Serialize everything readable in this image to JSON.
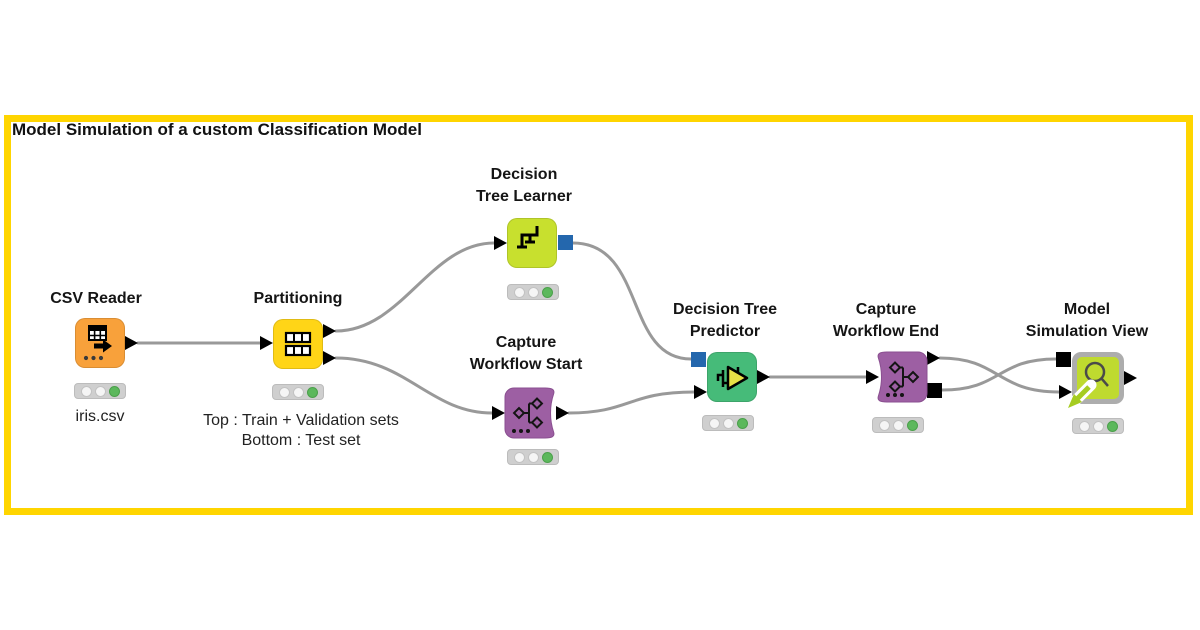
{
  "title": "Model Simulation of a custom Classification Model",
  "nodes": {
    "csv_reader": {
      "label": "CSV Reader",
      "caption": "iris.csv",
      "status": "green"
    },
    "partitioning": {
      "label": "Partitioning",
      "caption_line1": "Top : Train + Validation sets",
      "caption_line2": "Bottom : Test set",
      "status": "green"
    },
    "decision_tree_learner": {
      "label_line1": "Decision",
      "label_line2": "Tree Learner",
      "status": "green"
    },
    "capture_workflow_start": {
      "label_line1": "Capture",
      "label_line2": "Workflow Start",
      "status": "green"
    },
    "decision_tree_predictor": {
      "label_line1": "Decision Tree",
      "label_line2": "Predictor",
      "status": "green"
    },
    "capture_workflow_end": {
      "label_line1": "Capture",
      "label_line2": "Workflow End",
      "status": "green"
    },
    "model_simulation_view": {
      "label_line1": "Model",
      "label_line2": "Simulation View",
      "status": "green"
    }
  },
  "colors": {
    "annotation_border_yellow": "#FFD500",
    "csv_reader_orange": "#F8A13B",
    "partitioning_yellow": "#FFD517",
    "learner_chartreuse": "#C8E02E",
    "capture_purple": "#9D5FA3",
    "predictor_green": "#46BB79",
    "component_gray": "#ADADAD",
    "view_chartreuse": "#BFDA2F",
    "model_port_blue": "#2467AD",
    "wire_gray": "#999999",
    "status_green": "#5CB85C"
  }
}
